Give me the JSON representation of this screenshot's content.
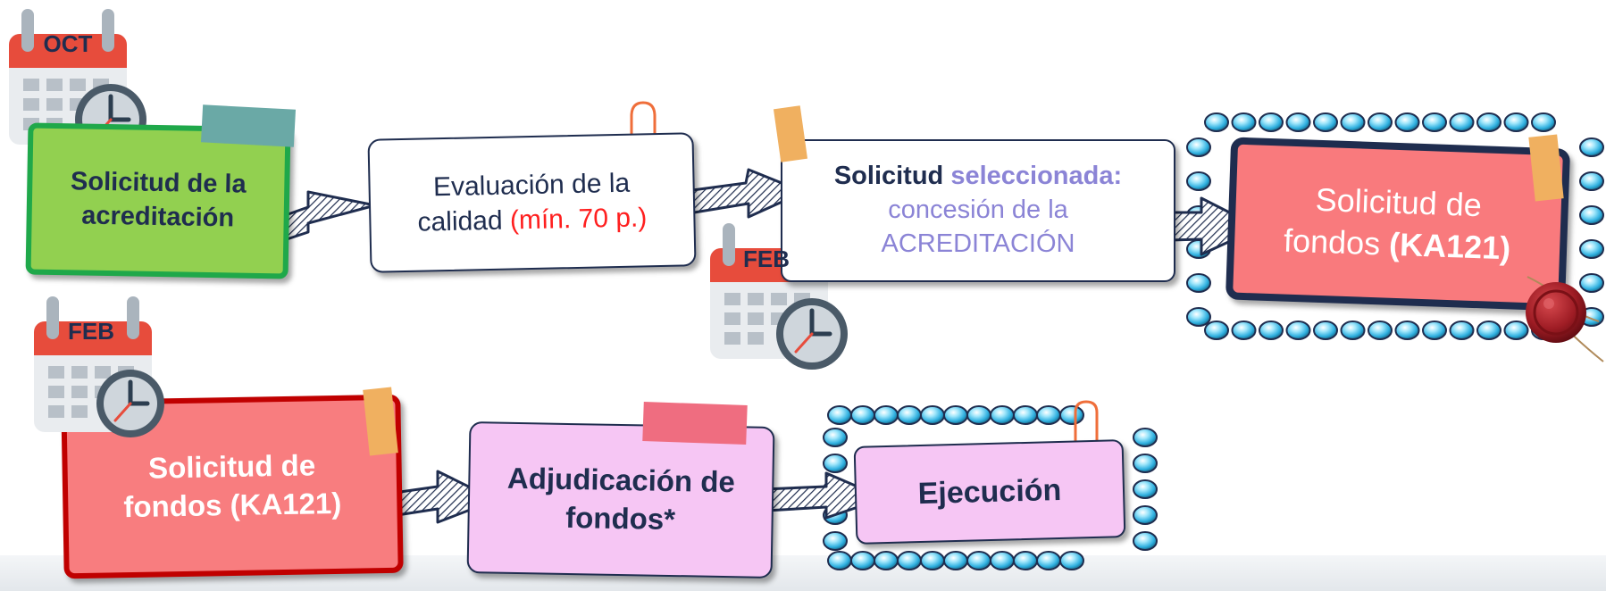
{
  "months": {
    "cal1": "OCT",
    "cal2": "FEB",
    "cal3": "FEB"
  },
  "steps": {
    "s1": {
      "line1": "Solicitud de la",
      "line2": "acreditación"
    },
    "s2": {
      "line1": "Evaluación de la",
      "line2_pre": "calidad ",
      "line2_red": "(mín. 70 p.)"
    },
    "s3": {
      "l1_bold": "Solicitud ",
      "l1_sel": "seleccionada:",
      "line2": "concesión de la",
      "line3": "ACREDITACIÓN"
    },
    "s4": {
      "line1": "Solicitud de",
      "line2_pre": "fondos ",
      "line2_bold": "(KA121)"
    },
    "s5": {
      "line1": "Solicitud de",
      "line2": "fondos (KA121)"
    },
    "s6": {
      "line1": "Adjudicación de",
      "line2": "fondos*"
    },
    "s7": {
      "line1": "Ejecución"
    }
  },
  "colors": {
    "navy": "#1f2d4f",
    "green_box": "#92d050",
    "pink_box": "#f87d7f",
    "lilac_box": "#f6c6f4",
    "lavender_text": "#8b84d6",
    "red_text": "#ff1f1f",
    "bulb": "#3ec4ec"
  }
}
